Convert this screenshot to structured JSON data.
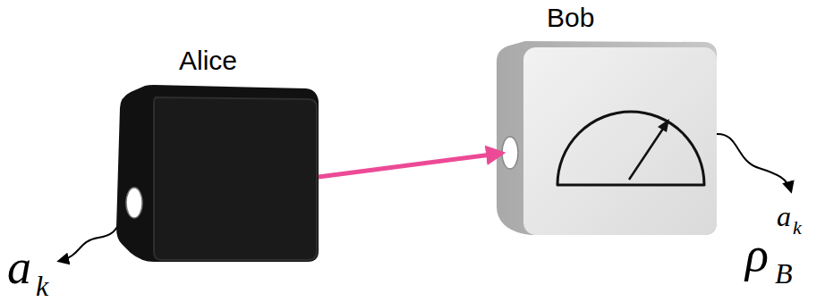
{
  "diagram": {
    "nodes": [
      {
        "text": [
          "Alice"
        ]
      },
      {
        "text": [
          "Bob"
        ]
      }
    ],
    "edges": [
      {
        "from": 0,
        "to": 1,
        "arrow": "to"
      }
    ],
    "labels": [
      "a",
      "k",
      "ρ",
      "B",
      "a",
      "k"
    ]
  }
}
